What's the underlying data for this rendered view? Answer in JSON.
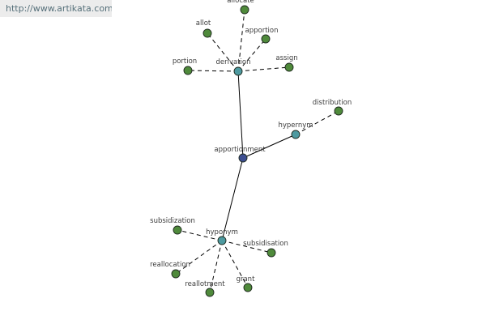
{
  "banner": {
    "url": "http://www.artikata.com"
  },
  "colors": {
    "center_node": "#3d4e91",
    "relation_node": "#4e9aa0",
    "leaf_node": "#4f8a3b",
    "node_stroke": "#1f2a1f",
    "edge": "#000000",
    "label": "#3c3c3c"
  },
  "graph": {
    "center": {
      "id": "apportionment",
      "label": "apportionment"
    },
    "relations": [
      {
        "id": "derivation",
        "label": "derivation",
        "terms": [
          {
            "id": "allocate",
            "label": "allocate"
          },
          {
            "id": "allot",
            "label": "allot"
          },
          {
            "id": "apportion",
            "label": "apportion"
          },
          {
            "id": "portion",
            "label": "portion"
          },
          {
            "id": "assign",
            "label": "assign"
          }
        ]
      },
      {
        "id": "hypernym",
        "label": "hypernym",
        "terms": [
          {
            "id": "distribution",
            "label": "distribution"
          }
        ]
      },
      {
        "id": "hyponym",
        "label": "hyponym",
        "terms": [
          {
            "id": "subsidization",
            "label": "subsidization"
          },
          {
            "id": "subsidisation",
            "label": "subsidisation"
          },
          {
            "id": "reallocation",
            "label": "reallocation"
          },
          {
            "id": "reallotment",
            "label": "reallotment"
          },
          {
            "id": "grant",
            "label": "grant"
          }
        ]
      }
    ]
  }
}
